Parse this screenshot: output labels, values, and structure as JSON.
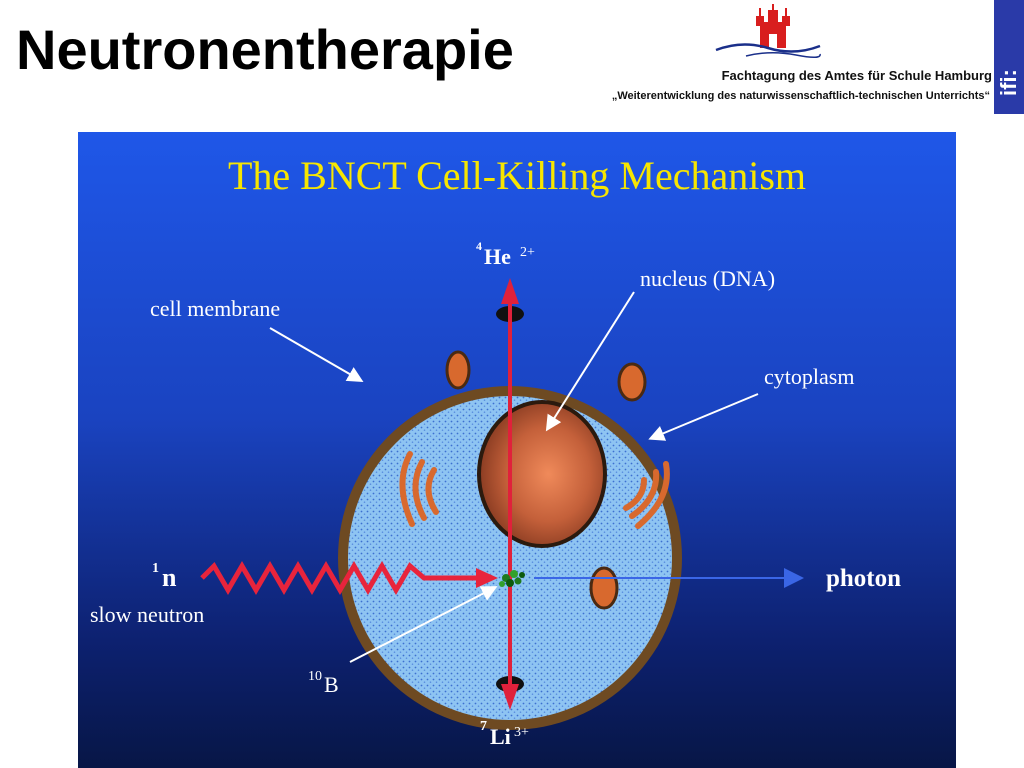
{
  "slide": {
    "title": "Neutronentherapie",
    "conference_title": "Fachtagung des Amtes für Schule Hamburg",
    "conference_subtitle": "„Weiterentwicklung des naturwissenschaftlich-technischen Unterrichts“",
    "side_logo_text": "ifi:"
  },
  "figure": {
    "title": "The BNCT Cell-Killing Mechanism",
    "labels": {
      "cell_membrane": "cell membrane",
      "nucleus": "nucleus (DNA)",
      "cytoplasm": "cytoplasm",
      "neutron_symbol": "n",
      "neutron_mass": "1",
      "slow_neutron": "slow neutron",
      "photon": "photon",
      "boron_mass": "10",
      "boron_symbol": "B",
      "helium_mass": "4",
      "helium_symbol": "He",
      "helium_charge": "2+",
      "lithium_mass": "7",
      "lithium_symbol": "Li",
      "lithium_charge": "3+"
    },
    "colors": {
      "panel_top": "#1f57e8",
      "panel_bottom": "#071646",
      "title_yellow": "#f7e600",
      "membrane_brown": "#6e4a22",
      "cytoplasm_blue": "#8ec4f2",
      "nucleus_orange": "#cf6a3a",
      "particle_red": "#e0213b",
      "photon_blue": "#3a66e6",
      "neutron_wave_red": "#e8243c"
    }
  }
}
